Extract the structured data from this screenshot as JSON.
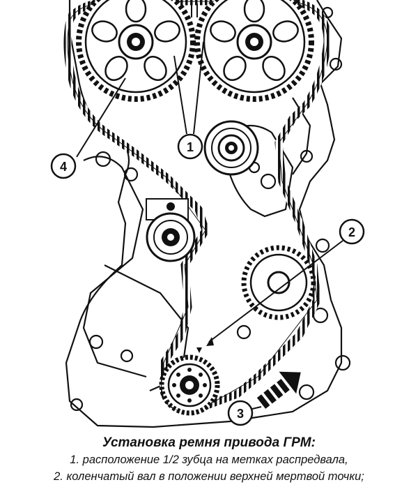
{
  "diagram": {
    "callouts": [
      "1",
      "2",
      "3",
      "4"
    ]
  },
  "caption": {
    "title": "Установка ремня привода ГРМ:",
    "line1": "1. расположение 1/2 зубца на метках распредвала,",
    "line2": "2. коленчатый вал в положении верхней мертвой точки;"
  }
}
